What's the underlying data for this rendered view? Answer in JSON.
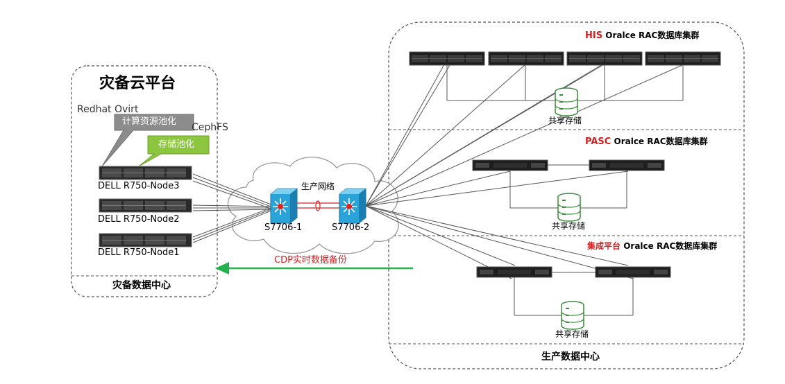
{
  "dr_center": {
    "platform_title": "灾备云平台",
    "software_ovirt": "Redhat Ovirt",
    "software_ceph": "CephFS",
    "callout_compute": "计算资源池化",
    "callout_storage": "存储池化",
    "nodes": [
      "DELL R750-Node3",
      "DELL R750-Node2",
      "DELL R750-Node1"
    ],
    "footer": "灾备数据中心"
  },
  "network": {
    "label": "生产网络",
    "switch_left": "S7706-1",
    "switch_right": "S7706-2"
  },
  "cdp": {
    "label": "CDP实时数据备份"
  },
  "prod_center": {
    "footer": "生产数据中心",
    "clusters": [
      {
        "prefix": "HIS",
        "suffix": " Oralce RAC数据库集群",
        "storage_label": "共享存储"
      },
      {
        "prefix": "PASC",
        "suffix": " Oralce RAC数据库集群",
        "storage_label": "共享存储"
      },
      {
        "prefix": "集成平台",
        "suffix": " Oralce RAC数据库集群",
        "storage_label": "共享存储"
      }
    ]
  },
  "colors": {
    "accent_red": "#d42020",
    "cdp_arrow": "#22b14c",
    "callout_gray": "#8c8c8c",
    "callout_green": "#8cc63f",
    "storage_green": "#3a8a3a",
    "switch_blue": "#2aa4d8"
  }
}
